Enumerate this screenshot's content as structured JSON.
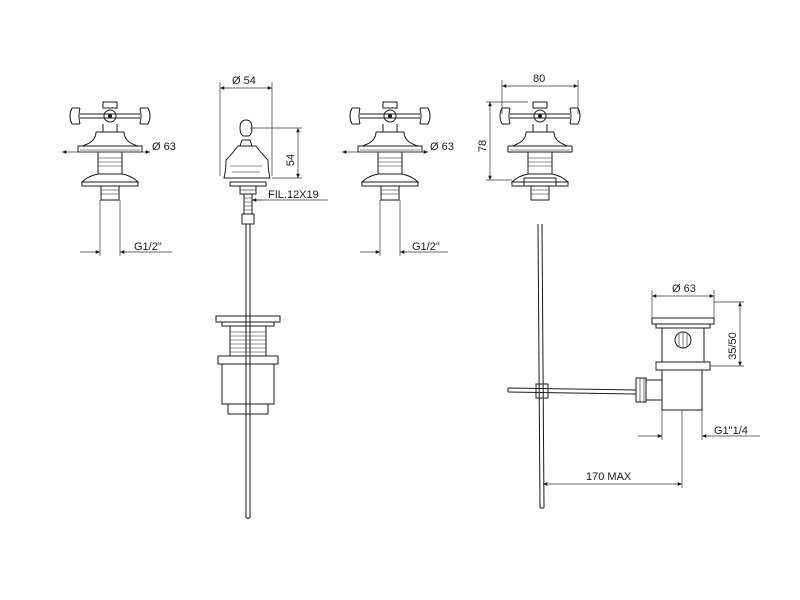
{
  "labels": {
    "tap_left_diameter": "Ø 63",
    "tap_left_thread": "G1/2\"",
    "knob_diameter": "Ø 54",
    "knob_height": "54",
    "knob_thread": "FIL.12X19",
    "tap_mid_diameter": "Ø 63",
    "tap_mid_thread": "G1/2\"",
    "tap_right_width": "80",
    "tap_right_height": "78",
    "waste_diameter": "Ø 63",
    "waste_height": "35/50",
    "waste_thread": "G1\"1/4",
    "rod_length": "170 MAX"
  }
}
